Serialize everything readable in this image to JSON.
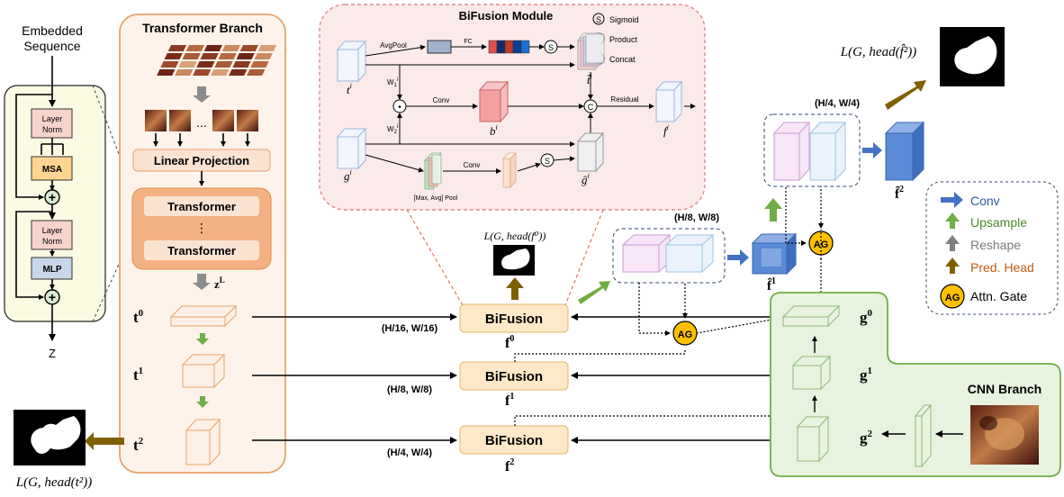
{
  "left_panel": {
    "embedded_title_1": "Embedded",
    "embedded_title_2": "Sequence",
    "layer_norm_1": "Layer",
    "layer_norm_2": "Norm",
    "msa": "MSA",
    "mlp": "MLP",
    "plus": "+",
    "output": "Z"
  },
  "transformer_branch": {
    "title": "Transformer Branch",
    "linear_projection": "Linear Projection",
    "transformer_1": "Transformer",
    "dots": "⋮",
    "transformer_2": "Transformer",
    "patch_dots": "...",
    "zL": "z",
    "zL_sup": "L",
    "t0": "t",
    "t0_sup": "0",
    "t1": "t",
    "t1_sup": "1",
    "t2": "t",
    "t2_sup": "2"
  },
  "bifusion_module": {
    "title": "BiFusion Module",
    "legend_sigmoid": "Sigmoid",
    "legend_product": "Product",
    "legend_concat": "Concat",
    "sym_s": "S",
    "sym_dot": "•",
    "sym_c": "C",
    "avgpool": "AvgPool",
    "fc": "FC",
    "conv_top": "Conv",
    "conv_bottom": "Conv",
    "residual": "Residual",
    "w1": "W",
    "w1_sub": "1",
    "w1_sup": "i",
    "w2": "W",
    "w2_sub": "2",
    "w2_sup": "i",
    "maxavg_pool": "[Max, Avg] Pool",
    "t_i": "t",
    "g_i": "g",
    "b_i": "b",
    "f_i": "f",
    "t_hat_i": "t̂",
    "g_hat_i": "ĝ",
    "sup_i": "i"
  },
  "fusion": {
    "bifusion_label": "BiFusion",
    "f0": "f",
    "f0_sup": "0",
    "f1": "f",
    "f1_sup": "1",
    "f2": "f",
    "f2_sup": "2",
    "res_16": "(H/16, W/16)",
    "res_8": "(H/8, W/8)",
    "res_4": "(H/4, W/4)",
    "loss_f0": "L(G, head(f⁰))",
    "loss_t2": "L(G, head(t²))"
  },
  "decoder": {
    "res_8": "(H/8, W/8)",
    "res_4": "(H/4, W/4)",
    "ag": "AG",
    "fhat1": "f̂",
    "fhat1_sup": "1",
    "fhat2": "f̂",
    "fhat2_sup": "2",
    "loss_fhat2": "L(G, head(f̂²))"
  },
  "cnn_branch": {
    "title": "CNN Branch",
    "g0": "g",
    "g0_sup": "0",
    "g1": "g",
    "g1_sup": "1",
    "g2": "g",
    "g2_sup": "2"
  },
  "legend": {
    "conv": "Conv",
    "upsample": "Upsample",
    "reshape": "Reshape",
    "pred_head": "Pred. Head",
    "ag": "AG",
    "attn_gate": "Attn. Gate"
  },
  "colors": {
    "conv_blue": "#4472c4",
    "upsample_green": "#70ad47",
    "reshape_gray": "#808080",
    "pred_head_brown": "#7f6000",
    "ag_yellow": "#ffc000",
    "cnn_green": "#70ad47",
    "transformer_orange": "#f4b183"
  }
}
